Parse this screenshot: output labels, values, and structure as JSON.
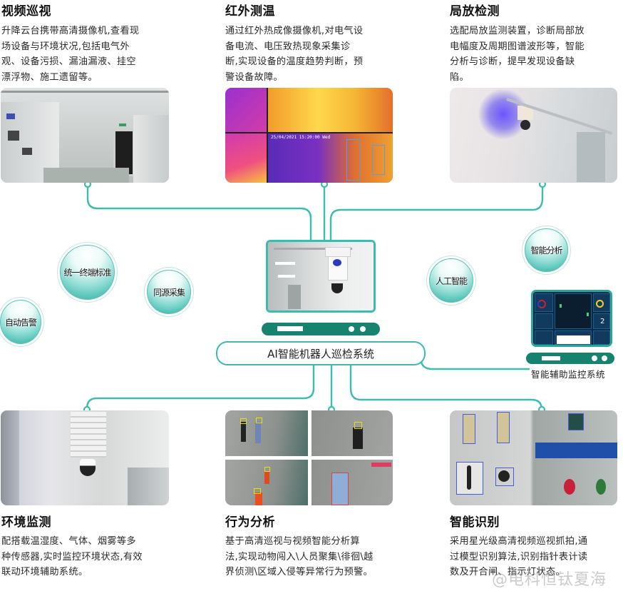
{
  "cards": {
    "video_patrol": {
      "title": "视频巡视",
      "lines": [
        "升降云台携带高清摄像机,查看现",
        "场设备与环境状况,包括电气外",
        "观、设备污损、漏油漏液、挂空",
        "漂浮物、施工遗留等。"
      ],
      "image": "switchgear-room-photo"
    },
    "infrared": {
      "title": "红外测温",
      "lines": [
        "通过红外热成像摄像机,对电气设",
        "备电流、电压致热现象采集诊",
        "断,实现设备的温度趋势判断，预",
        "警设备故障。"
      ],
      "image": "thermal-imaging-photo",
      "overlay_timestamp": "25/04/2021 15:20:00 Wed"
    },
    "partial_discharge": {
      "title": "局放检测",
      "lines": [
        "选配局放监测装置，诊断局部放",
        "电幅度及周期图谱波形等，智能",
        "分析与诊断，提早发现设备缺",
        "陷。"
      ],
      "image": "ceiling-rail-robot-photo"
    },
    "environment": {
      "title": "环境监测",
      "lines": [
        "配搭载温湿度、气体、烟雾等多",
        "种传感器,实时监控环境状态,有效",
        "联动环境辅助系统。"
      ],
      "image": "dome-camera-photo"
    },
    "behavior": {
      "title": "行为分析",
      "lines": [
        "基于高清巡视与视频智能分析算",
        "法,实现动物闯入\\人员聚集\\徘徊\\越",
        "界侦测\\区域入侵等异常行为预警。"
      ],
      "image": "behavior-detection-grid"
    },
    "recognition": {
      "title": "智能识别",
      "lines": [
        "采用星光级高清视频巡视抓拍,通",
        "过模型识别算法,识别指针表计读",
        "数及开合闸、指示灯状态。"
      ],
      "image": "panel-recognition-photo"
    }
  },
  "bubbles": {
    "unified_standard": "统一终端标准",
    "same_source": "同源采集",
    "auto_alarm": "自动告警",
    "ai": "人工智能",
    "smart_analysis": "智能分析"
  },
  "center": {
    "system_label": "AI智能机器人巡检系统"
  },
  "aux_system": {
    "label": "智能辅助监控系统",
    "dashboard_counter": "2"
  },
  "colors": {
    "line": "#3cbcaf",
    "base_bar": "#17836f",
    "bubble_border": "#58c2b6"
  },
  "watermark": "@电科恒钛夏海"
}
